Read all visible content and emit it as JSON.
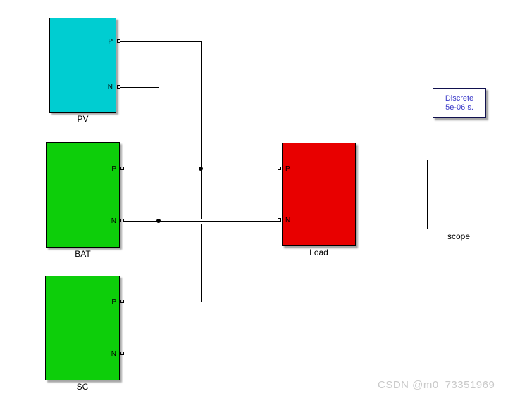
{
  "blocks": {
    "pv": {
      "label": "PV",
      "port_p": "P",
      "port_n": "N",
      "fill": "#00CDD1"
    },
    "bat": {
      "label": "BAT",
      "port_p": "P",
      "port_n": "N",
      "fill": "#0DCE0A"
    },
    "sc": {
      "label": "SC",
      "port_p": "P",
      "port_n": "N",
      "fill": "#0DCE0A"
    },
    "load": {
      "label": "Load",
      "port_p": "P",
      "port_n": "N",
      "fill": "#E80000"
    },
    "powergui": {
      "line1": "Discrete",
      "line2": "5e-06 s.",
      "text_color": "#3939C8",
      "border_color": "#11114E"
    },
    "scope": {
      "label": "scope",
      "fill": "#FFFFFF"
    }
  },
  "watermark": {
    "text": "CSDN @m0_73351969",
    "color": "#C9C9C9"
  },
  "wire_color": "#000000",
  "background": "#FFFFFF"
}
